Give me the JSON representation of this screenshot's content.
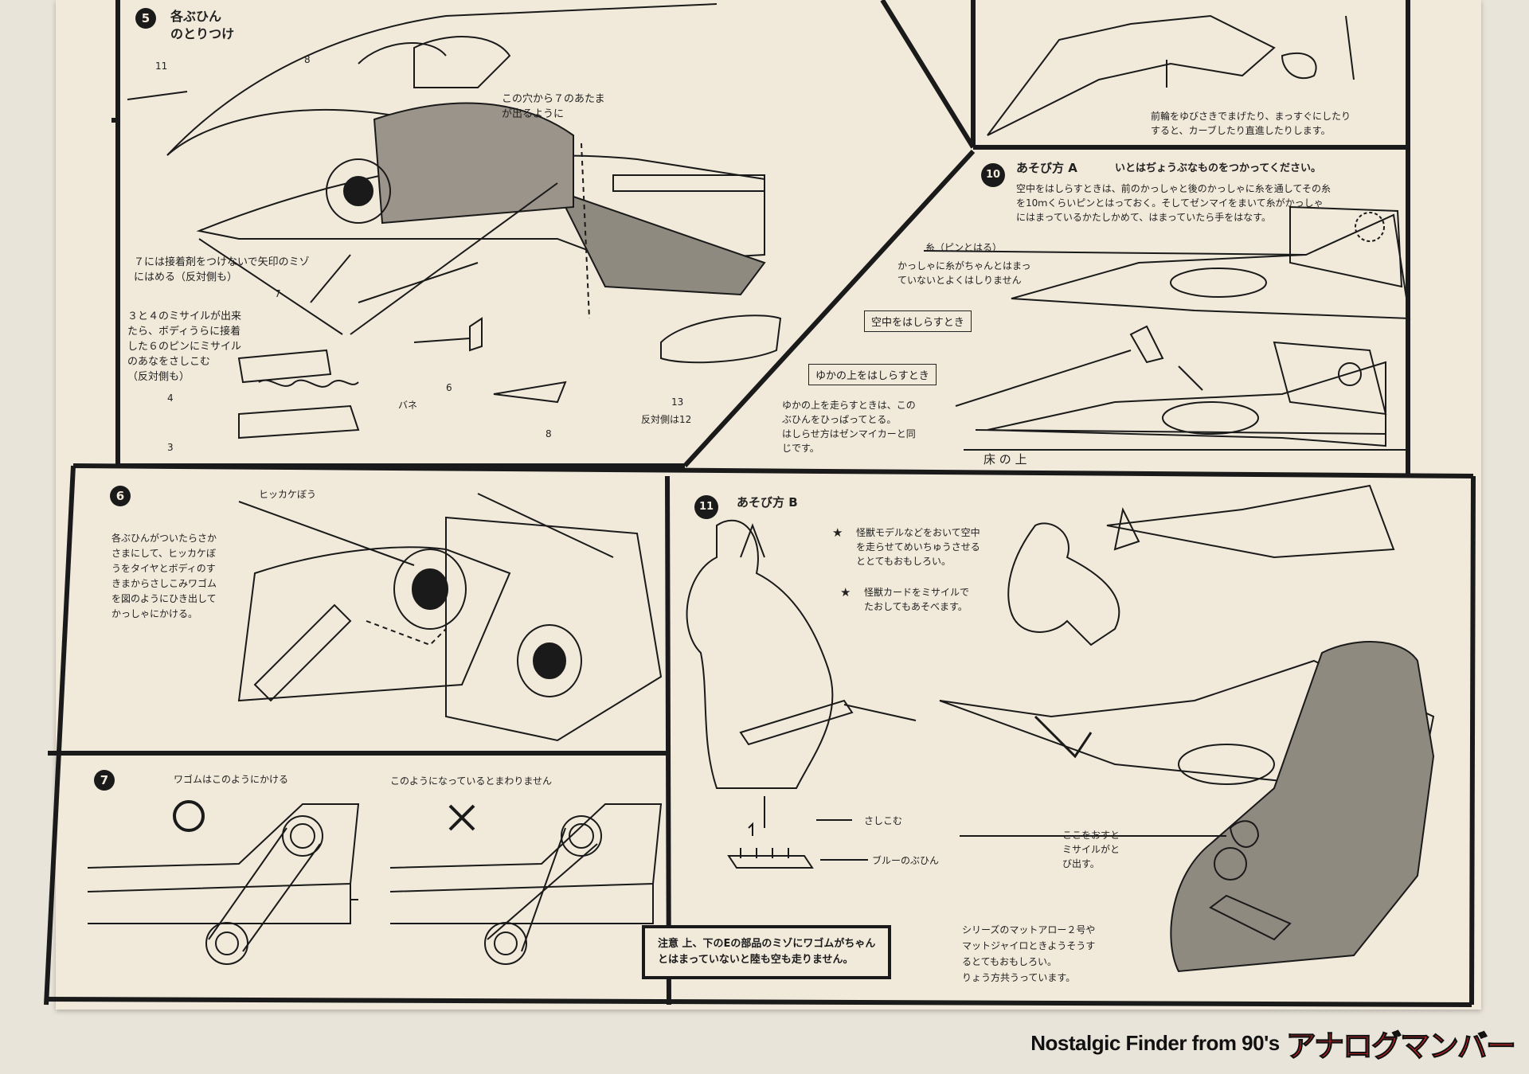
{
  "sections": {
    "s5": {
      "num": "5",
      "title": "各ぶひん\nのとりつけ",
      "hole_note": "この穴から７のあたま\nが出るように",
      "glue_note": "７には接着剤をつけないで矢印のミゾ\nにはめる（反対側も）",
      "missile_note": "３と４のミサイルが出来\nたら、ボディうらに接着\nした６のピンにミサイル\nのあなをさしこむ\n（反対側も）",
      "spring_label": "バネ",
      "opposite_note": "反対側は12",
      "part_labels": {
        "p8a": "8",
        "p11": "11",
        "p7": "7",
        "p4": "4",
        "p3": "3",
        "p6": "6",
        "p8b": "8",
        "p13": "13"
      }
    },
    "s9": {
      "text": "前輪をゆびさきでまげたり、まっすぐにしたり\nすると、カーブしたり直進したりします。"
    },
    "s10": {
      "num": "10",
      "title": "あそび方 A",
      "subtitle": "いとはぢょうぶなものをつかってください。",
      "text": "空中をはしらすときは、前のかっしゃと後のかっしゃに糸を通してその糸\nを10ｍくらいピンとはっておく。そしてゼンマイをまいて糸がかっしゃ\nにはまっているかたしかめて、はまっていたら手をはなす。",
      "string_label": "糸（ピンとはる）",
      "pulley_note": "かっしゃに糸がちゃんとはまっ\nていないとよくはしりません",
      "air_label": "空中をはしらすとき",
      "floor_label": "ゆかの上をはしらすとき",
      "floor_note": "ゆかの上を走らすときは、この\nぶひんをひっぱってとる。\nはしらせ方はゼンマイカーと同\nじです。",
      "ground_label": "床 の 上"
    },
    "s6": {
      "num": "6",
      "tool_label": "ヒッカケぼう",
      "text": "各ぶひんがついたらさか\nさまにして、ヒッカケぼ\nうをタイヤとボディのす\nきまからさしこみワゴム\nを図のようにひき出して\nかっしゃにかける。"
    },
    "s7": {
      "num": "7",
      "ok_caption": "ワゴムはこのようにかける",
      "ng_caption": "このようになっているとまわりません",
      "ok_mark": "○",
      "ng_mark": "×"
    },
    "s11": {
      "num": "11",
      "title": "あそび方 B",
      "star1": "★",
      "bullet1": "怪獣モデルなどをおいて空中\nを走らせてめいちゅうさせる\nととてもおもしろい。",
      "star2": "★",
      "bullet2": "怪獣カードをミサイルで\nたおしてもあそべます。",
      "insert_label": "さしこむ",
      "blue_part_label": "ブルーのぶひん",
      "press_note": "ここをおすと\nミサイルがと\nび出す。",
      "series_note": "シリーズのマットアロー２号や\nマットジャイロときようそうす\nるとてもおもしろい。\nりょう方共うっています。",
      "caution": "注意  上、下のEの部品のミゾにワゴムがちゃん\nとはまっていないと陸も空も走りません。"
    }
  },
  "watermark": {
    "en": "Nostalgic Finder from 90's",
    "jp": "アナログマンバー"
  }
}
